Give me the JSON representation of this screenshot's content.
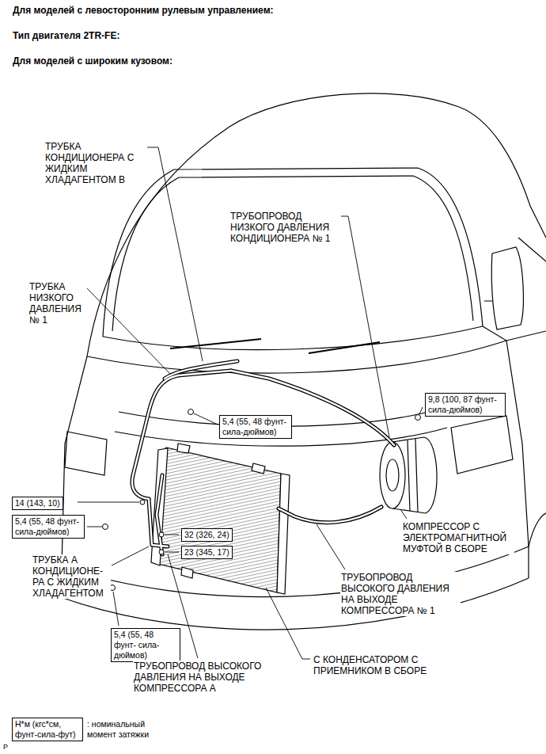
{
  "diagram": {
    "nodes": [
      {
        "text": [
          "9,8 (100, 87 фунт- сила-дюймов)"
        ]
      },
      {
        "text": [
          "5,4 (55, 48 фунт- сила-дюймов)"
        ]
      },
      {
        "text": [
          "14 (143, 10)"
        ]
      },
      {
        "text": [
          "5,4 (55, 48 фунт- сила-дюймов)"
        ]
      },
      {
        "text": [
          "32 (326, 24)"
        ]
      },
      {
        "text": [
          "23 (345, 17)"
        ]
      },
      {
        "text": [
          "5,4 (55, 48 фунт- сила-дюймов)"
        ]
      },
      {
        "text": [
          "Н*м (кгс*см, фунт-сила-фут)"
        ]
      }
    ],
    "labels": [
      "Для моделей с левосторонним рулевым управлением:",
      "Тип двигателя 2TR-FE:",
      "Для моделей с широким кузовом:",
      "ТРУБКА КОНДИЦИОНЕРА С ЖИДКИМ ХЛАДАГЕНТОМ B",
      "ТРУБОПРОВОД НИЗКОГО ДАВЛЕНИЯ КОНДИЦИОНЕРА № 1",
      "ТРУБКА НИЗКОГО ДАВЛЕНИЯ № 1",
      "КОМПРЕССОР С ЭЛЕКТРОМАГНИТНОЙ МУФТОЙ В СБОРЕ",
      "ТРУБКА А КОНДИЦИОНЕ- РА С ЖИДКИМ ХЛАДАГЕНТОМ",
      "ТРУБОПРОВОД ВЫСОКОГО ДАВЛЕНИЯ НА ВЫХОДЕ КОМПРЕССОРА № 1",
      "С КОНДЕНСАТОРОМ С ПРИЕМНИКОМ В СБОРЕ",
      "ТРУБОПРОВОД ВЫСОКОГО ДАВЛЕНИЯ НА ВЫХОДЕ КОМПРЕССОРА А",
      "P"
    ],
    "legend": [
      {
        "text": ": номинальный момент затяжки"
      }
    ]
  }
}
